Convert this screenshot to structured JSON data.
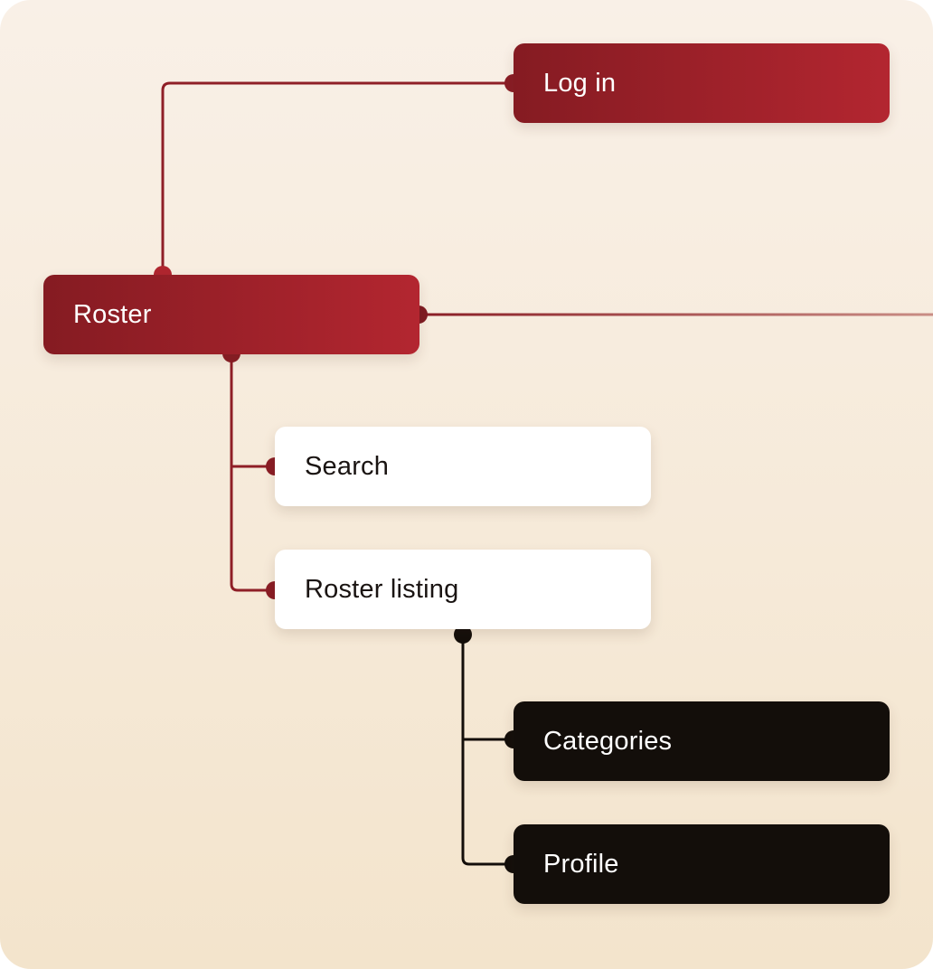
{
  "nodes": {
    "login": "Log in",
    "roster": "Roster",
    "search": "Search",
    "roster_listing": "Roster listing",
    "categories": "Categories",
    "profile": "Profile"
  },
  "colors": {
    "primary_red": "#a0222b",
    "dark": "#130e0a",
    "white_node": "#ffffff",
    "background": "#f7ecdd"
  }
}
